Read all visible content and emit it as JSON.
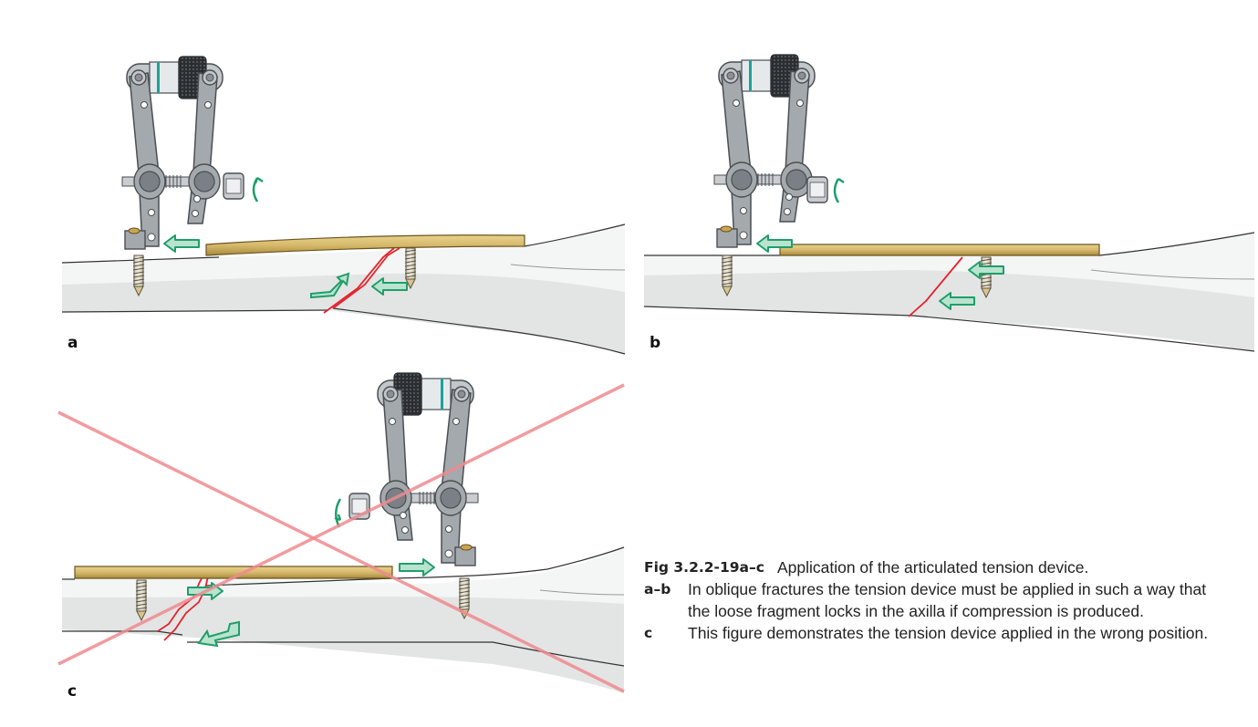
{
  "figure": {
    "panels": [
      {
        "label": "a",
        "description": "Tension device applied correctly; plate compressed toward device"
      },
      {
        "label": "b",
        "description": "Fracture compressed; loose fragment locked in axilla"
      },
      {
        "label": "c",
        "description": "Tension device applied in the wrong position (crossed out)"
      }
    ],
    "colors": {
      "arrow_fill": "#b9e3cf",
      "arrow_stroke": "#1f9e6a",
      "fracture_line": "#e5232b",
      "cross_out": "#f08a8f",
      "plate": "#d9bf72",
      "bone_light": "#f4f5f5",
      "bone_shadow": "#e3e5e5",
      "device_metal": "#9ea4a8",
      "teal_ring": "#1aa39a"
    }
  },
  "caption": {
    "title_key": "Fig 3.2.2-19a–c",
    "title_text": "Application of the articulated tension device.",
    "items": [
      {
        "key": "a–b",
        "text": "In oblique fractures the tension device must be applied in such a way that the loose fragment locks in the axilla if compression is produced."
      },
      {
        "key": "c",
        "text": "This figure demonstrates the tension device applied in the wrong position."
      }
    ]
  }
}
